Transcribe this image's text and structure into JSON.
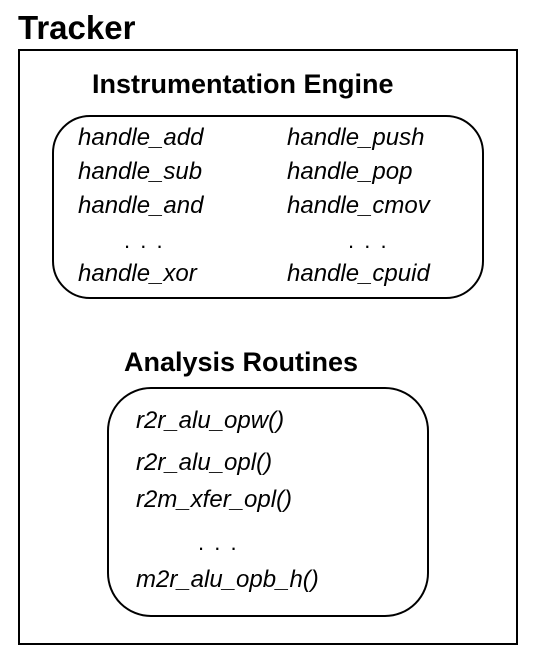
{
  "title": "Tracker",
  "instrumentation_engine": {
    "title": "Instrumentation Engine",
    "left_column": [
      "handle_add",
      "handle_sub",
      "handle_and",
      "handle_xor"
    ],
    "right_column": [
      "handle_push",
      "handle_pop",
      "handle_cmov",
      "handle_cpuid"
    ],
    "ellipsis": ". . ."
  },
  "analysis_routines": {
    "title": "Analysis Routines",
    "routines": [
      "r2r_alu_opw()",
      "r2r_alu_opl()",
      "r2m_xfer_opl()",
      "m2r_alu_opb_h()"
    ],
    "ellipsis": ". . ."
  }
}
